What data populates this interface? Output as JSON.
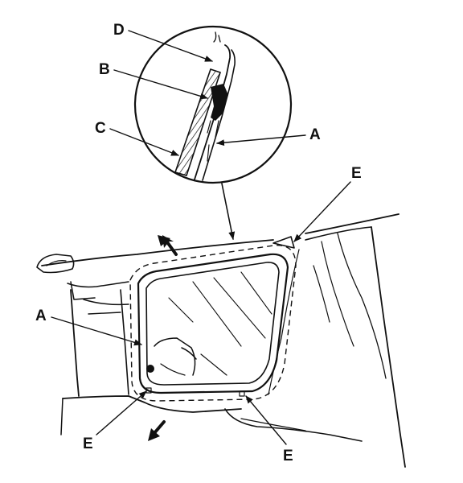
{
  "labels": {
    "d": "D",
    "b": "B",
    "c": "C",
    "a_detail": "A",
    "e_top": "E",
    "a_main": "A",
    "e_bottom_left": "E",
    "e_bottom_right": "E"
  }
}
